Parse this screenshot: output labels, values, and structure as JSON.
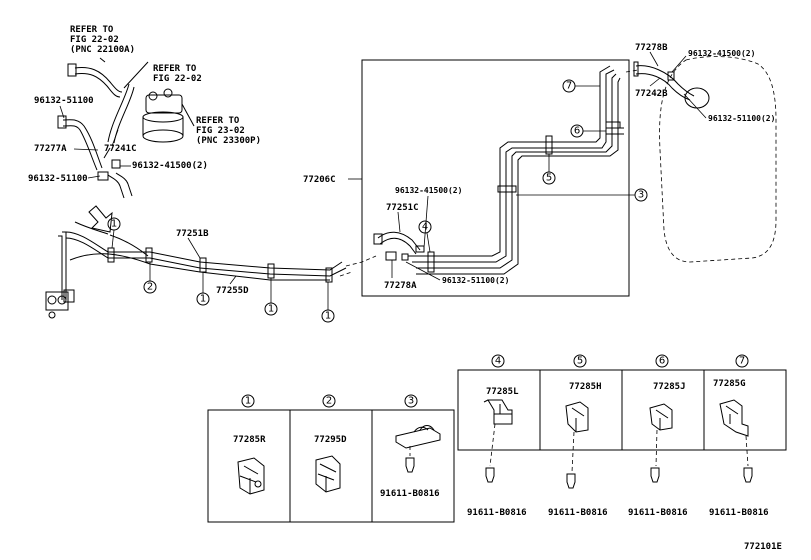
{
  "callouts": {
    "refer_fuel": [
      "REFER TO",
      "FIG 22-02",
      "(PNC 22100A)"
    ],
    "refer_fig": [
      "REFER TO",
      "FIG 22-02"
    ],
    "refer_canister": [
      "REFER TO",
      "FIG 23-02",
      "(PNC 23300P)"
    ]
  },
  "parts": {
    "p96132_51100_a": "96132-51100",
    "p77277A": "77277A",
    "p77241C": "77241C",
    "p96132_41500_a": "96132-41500(2)",
    "p96132_51100_b": "96132-51100",
    "p77251B": "77251B",
    "p77255D": "77255D",
    "p77206C": "77206C",
    "p96132_41500_b": "96132-41500(2)",
    "p77251C": "77251C",
    "p77278A": "77278A",
    "p96132_51100_c": "96132-51100(2)",
    "p77278B": "77278B",
    "p96132_41500_c": "96132-41500(2)",
    "p77242B": "77242B",
    "p96132_51100_d": "96132-51100(2)"
  },
  "circle_refs": [
    "1",
    "2",
    "3",
    "4",
    "5",
    "6",
    "7"
  ],
  "detail_boxes": [
    {
      "ref": "1",
      "part": "77285R",
      "bolt": ""
    },
    {
      "ref": "2",
      "part": "77295D",
      "bolt": ""
    },
    {
      "ref": "3",
      "part": "",
      "bolt": "91611-B0816"
    },
    {
      "ref": "4",
      "part": "77285L",
      "bolt": "91611-B0816"
    },
    {
      "ref": "5",
      "part": "77285H",
      "bolt": "91611-B0816"
    },
    {
      "ref": "6",
      "part": "77285J",
      "bolt": "91611-B0816"
    },
    {
      "ref": "7",
      "part": "77285G",
      "bolt": "91611-B0816"
    }
  ],
  "figure_id": "772101E"
}
